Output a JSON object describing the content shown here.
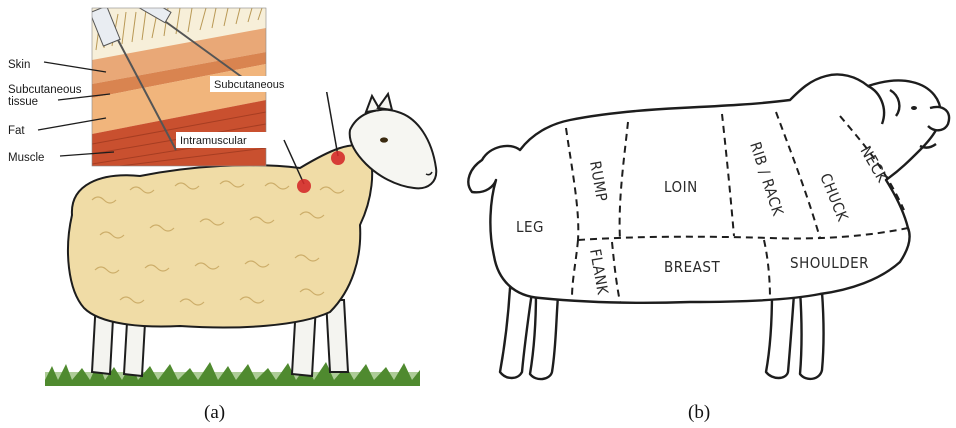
{
  "panel_a": {
    "inset_labels": {
      "skin": "Skin",
      "subcutaneous_tissue_line1": "Subcutaneous",
      "subcutaneous_tissue_line2": "tissue",
      "fat": "Fat",
      "muscle": "Muscle",
      "subcutaneous": "Subcutaneous",
      "intramuscular": "Intramuscular"
    },
    "caption": "(a)"
  },
  "panel_b": {
    "cut_labels": {
      "leg": "LEG",
      "rump": "RUMP",
      "loin": "LOIN",
      "rib_rack": "RIB / RACK",
      "chuck": "CHUCK",
      "neck": "NECK",
      "flank": "FLANK",
      "breast": "BREAST",
      "shoulder": "SHOULDER"
    },
    "caption": "(b)"
  },
  "colors": {
    "wool": "#f0dca6",
    "wool_shadow": "#d8bd7c",
    "skin_layer": "#e9a877",
    "fat_layer": "#f1b57c",
    "muscle_layer": "#c9502f",
    "injection_dot": "#d42b2b",
    "grass": "#4f8a2f",
    "outline": "#1d1d1d"
  }
}
